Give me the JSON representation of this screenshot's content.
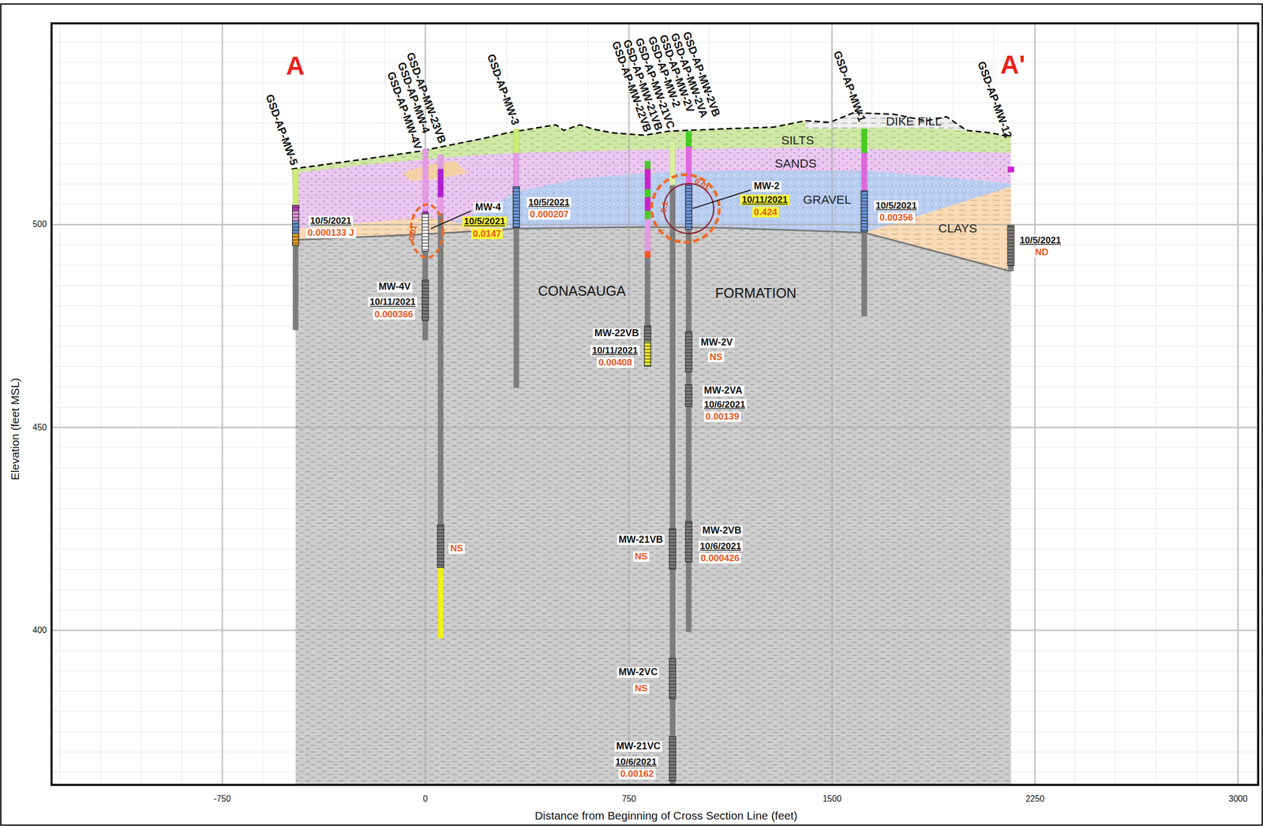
{
  "diagram": {
    "labels": [
      "A",
      "A'",
      "GSD-AP-MW-5",
      "GSD-AP-MW-23VB",
      "GSD-AP-MW-4",
      "GSD-AP-MW-4V",
      "GSD-AP-MW-3",
      "GSD-AP-MW-22VB",
      "GSD-AP-MW-21VB",
      "GSD-AP-MW-21VC",
      "GSD-AP-MW-2",
      "GSD-AP-MW-2V",
      "GSD-AP-MW-2VA",
      "GSD-AP-MW-2VB",
      "GSD-AP-MW-1",
      "GSD-AP-MW-12",
      "DIKE FILL",
      "SILTS",
      "SANDS",
      "GRAVEL",
      "CLAYS",
      "CONASAUGA",
      "FORMATION",
      "10/5/2021",
      "0.000133 J",
      "0.01",
      "MW-4",
      "10/5/2021",
      "0.0147",
      "MW-4V",
      "10/11/2021",
      "0.000366",
      "10/5/2021",
      "0.000207",
      "NS",
      "MW-22VB",
      "10/11/2021",
      "0.00408",
      "0.1",
      "0.01",
      "MW-2",
      "10/11/2021",
      "0.424",
      "MW-2V",
      "NS",
      "MW-2VA",
      "10/6/2021",
      "0.00139",
      "MW-2VB",
      "10/6/2021",
      "0.000426",
      "MW-21VB",
      "NS",
      "MW-2VC",
      "NS",
      "MW-21VC",
      "10/6/2021",
      "0.00162",
      "10/5/2021",
      "0.00356",
      "10/5/2021",
      "ND",
      "-750",
      "0",
      "750",
      "1500",
      "2250",
      "3000",
      "500",
      "450",
      "400",
      "Elevation (feet MSL)",
      "Distance from Beginning of Cross Section Line (feet)"
    ]
  }
}
